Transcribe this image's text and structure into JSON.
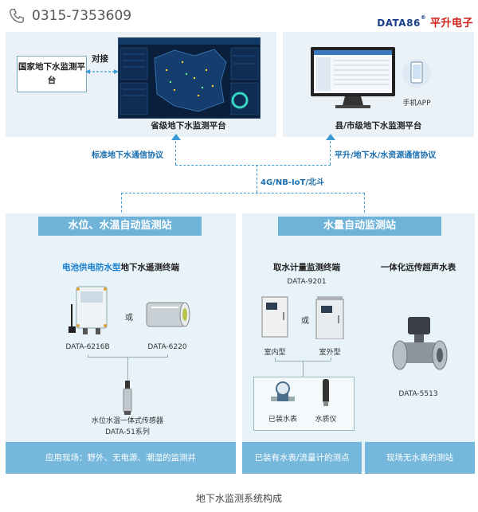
{
  "header": {
    "phone": "0315-7353609",
    "brand_latin": "DATA86",
    "brand_cn": "平升电子"
  },
  "top": {
    "national_platform": "国家地下水监测平台",
    "connect_label": "对接",
    "provincial_platform": "省级地下水监测平台",
    "county_platform": "县/市级地下水监测平台",
    "phone_app": "手机APP"
  },
  "protocols": {
    "left": "标准地下水通信协议",
    "right": "平升/地下水/水资源通信协议",
    "network": "4G/NB-IoT/北斗"
  },
  "left_section": {
    "title": "水位、水温自动监测站",
    "subtitle_highlight": "电池供电防水型",
    "subtitle_rest": "地下水遥测终端",
    "or_text": "或",
    "device1": "DATA-6216B",
    "device2": "DATA-6220",
    "sensor_name": "水位水温一体式传感器",
    "sensor_model": "DATA-51系列",
    "footer": "应用现场：野外、无电源、潮湿的监测井"
  },
  "right_section": {
    "title": "水量自动监测站",
    "terminal_title": "取水计量监测终端",
    "terminal_model": "DATA-9201",
    "or_text": "或",
    "indoor": "室内型",
    "outdoor": "室外型",
    "meter": "已装水表",
    "quality": "水质仪",
    "ultra_title": "一体化远传超声水表",
    "ultra_model": "DATA-5513",
    "footer_left": "已装有水表/流量计的测点",
    "footer_right": "现场无水表的测站"
  },
  "caption": "地下水监测系统构成",
  "colors": {
    "accent": "#6fb3d8",
    "dash": "#3b9bd6",
    "panel": "#eaf2f8",
    "brand_red": "#d0201c"
  }
}
